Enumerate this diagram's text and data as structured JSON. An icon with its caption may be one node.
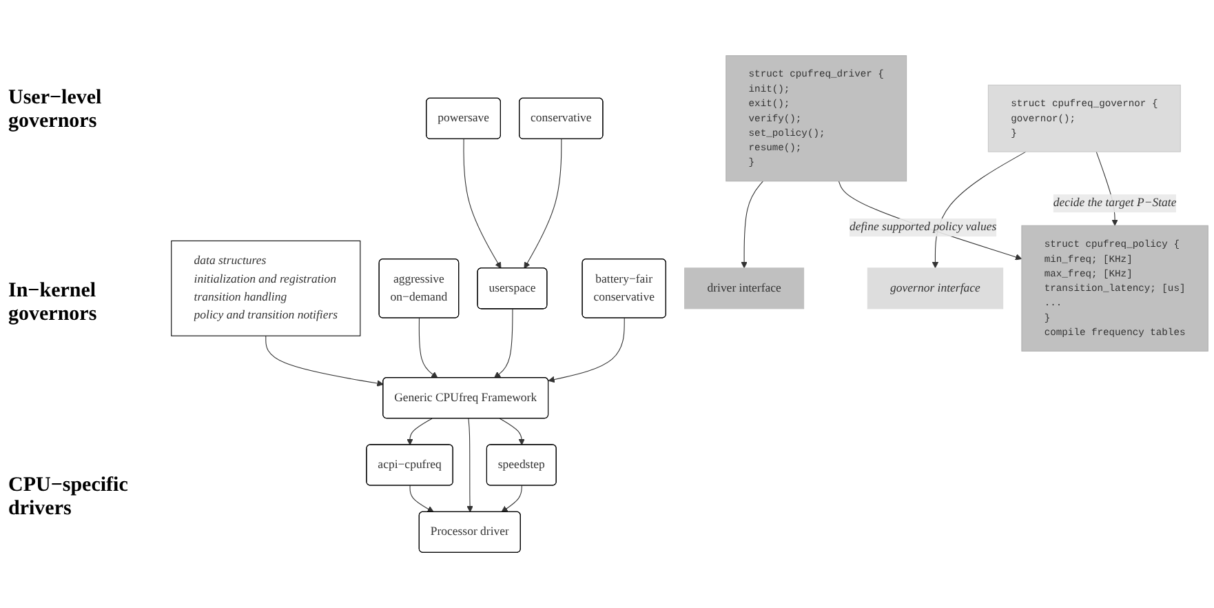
{
  "diagram": {
    "nodes": [
      {
        "text": [
          "powersave"
        ]
      },
      {
        "text": [
          "conservative"
        ]
      },
      {
        "text": [
          "aggressive",
          "on−demand"
        ]
      },
      {
        "text": [
          "userspace"
        ]
      },
      {
        "text": [
          "battery−fair",
          "conservative"
        ]
      },
      {
        "text": [
          "governor interface"
        ]
      },
      {
        "text": [
          "Generic CPUfreq Framework"
        ]
      },
      {
        "text": [
          "driver interface"
        ]
      },
      {
        "text": [
          "acpi−cpufreq"
        ]
      },
      {
        "text": [
          "speedstep"
        ]
      },
      {
        "text": [
          "Processor driver"
        ]
      },
      {
        "text": [
          "struct cpufreq_governor {",
          "governor();",
          "}"
        ]
      },
      {
        "text": [
          "data structures",
          "initialization and registration",
          "transition handling",
          "policy and transition notifiers"
        ]
      },
      {
        "text": [
          "struct cpufreq_policy {",
          "min_freq; [KHz]",
          "max_freq; [KHz]",
          "transition_latency; [us]",
          "...",
          "}",
          "compile frequency tables"
        ]
      },
      {
        "text": [
          "struct cpufreq_driver {",
          "init();",
          "exit();",
          "verify();",
          "set_policy();",
          "resume();",
          "}"
        ]
      }
    ],
    "edges": [
      {
        "from": 0,
        "to": 3,
        "arrow": "to"
      },
      {
        "from": 1,
        "to": 3,
        "arrow": "to"
      },
      {
        "from": 2,
        "to": 6,
        "arrow": "to"
      },
      {
        "from": 3,
        "to": 6,
        "arrow": "to"
      },
      {
        "from": 4,
        "to": 6,
        "arrow": "to"
      },
      {
        "from": 12,
        "to": 6,
        "arrow": "to"
      },
      {
        "from": 14,
        "to": 7,
        "arrow": "to"
      },
      {
        "from": 14,
        "to": 13,
        "arrow": "to",
        "label": "define supported policy values"
      },
      {
        "from": 11,
        "to": 5,
        "arrow": "to"
      },
      {
        "from": 11,
        "to": 13,
        "arrow": "to",
        "label": "decide the target P−State"
      },
      {
        "from": 6,
        "to": 8,
        "arrow": "to"
      },
      {
        "from": 6,
        "to": 10,
        "arrow": "to"
      },
      {
        "from": 6,
        "to": 9,
        "arrow": "to"
      },
      {
        "from": 8,
        "to": 10,
        "arrow": "to"
      },
      {
        "from": 9,
        "to": 10,
        "arrow": "to"
      }
    ],
    "labels": [
      "User−level governors",
      "In−kernel governors",
      "CPU−specific drivers"
    ]
  }
}
